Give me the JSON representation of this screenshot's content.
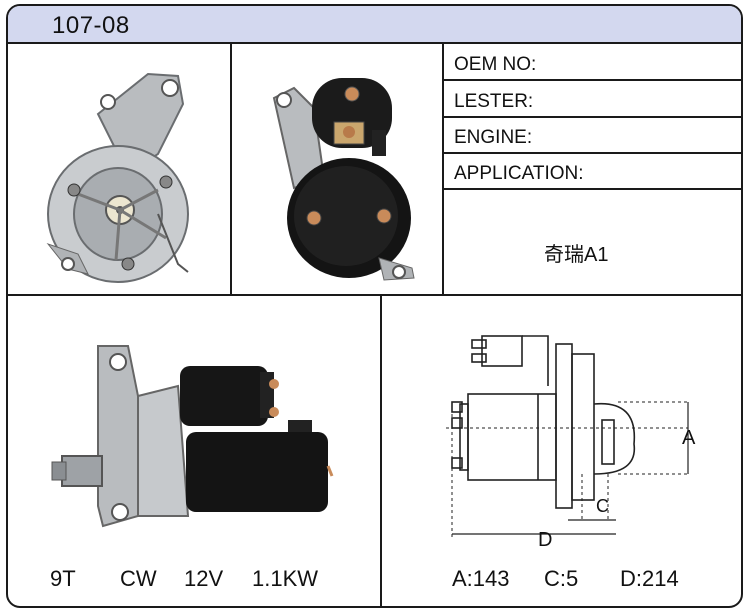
{
  "header": {
    "title": "107-08"
  },
  "specs": {
    "oem_label": "OEM NO:",
    "lester_label": "LESTER:",
    "engine_label": "ENGINE:",
    "application_label": "APPLICATION:",
    "application_value": "奇瑞A1"
  },
  "ratings": {
    "teeth": "9T",
    "rotation": "CW",
    "voltage": "12V",
    "power": "1.1KW"
  },
  "dimensions": {
    "a_label": "A:143",
    "c_label": "C:5",
    "d_label": "D:214",
    "a_marker": "A",
    "c_marker": "C",
    "d_marker": "D"
  },
  "icons": [
    "starter-front-photo",
    "starter-back-photo",
    "starter-side-photo",
    "starter-dimension-drawing"
  ]
}
